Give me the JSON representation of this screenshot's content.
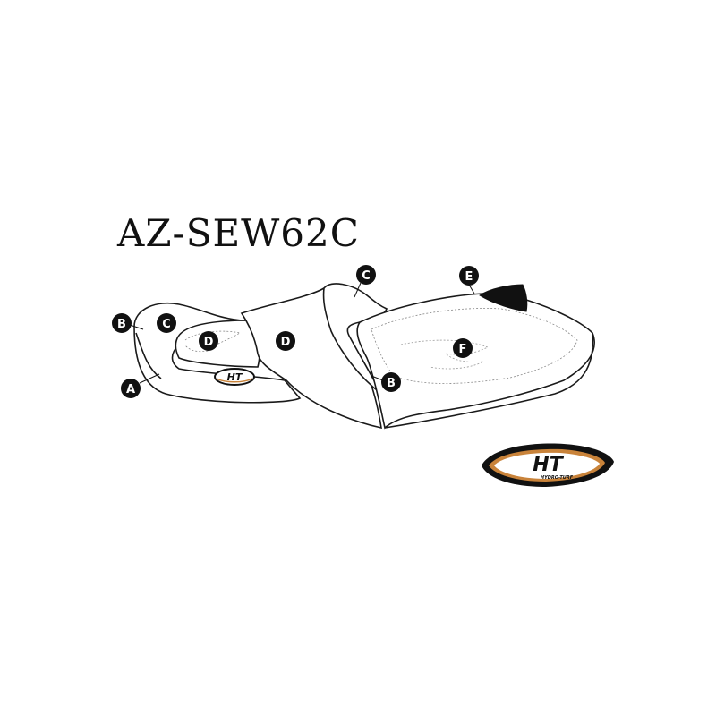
{
  "title": "AZ-SEW62C",
  "callouts": {
    "a": "A",
    "b_rear": "B",
    "b_front": "B",
    "c_rear": "C",
    "c_front": "C",
    "d_rear": "D",
    "d_mid": "D",
    "e": "E",
    "f": "F"
  },
  "seat_logo": {
    "text": "HT"
  },
  "brand_logo": {
    "text": "HT",
    "tagline": "HYDRO-TURF"
  },
  "colors": {
    "outline": "#1a1a1a",
    "callout": "#111111",
    "logo_accent": "#c9833a"
  }
}
